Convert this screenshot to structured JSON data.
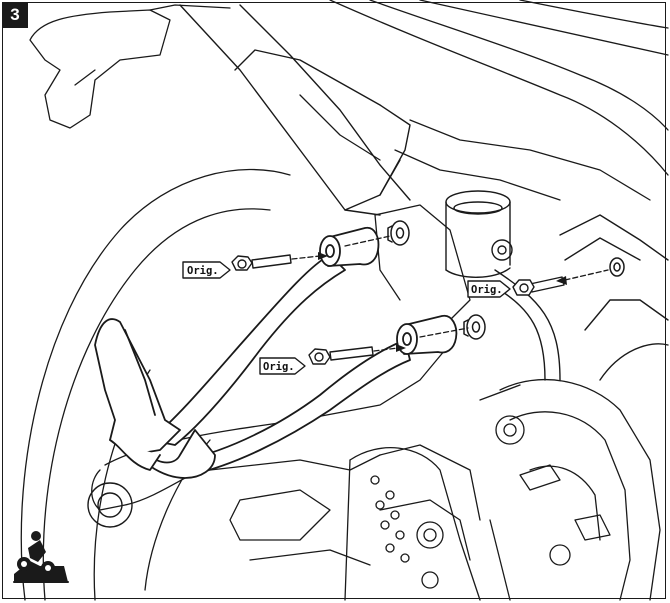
{
  "step": {
    "number": "3"
  },
  "callouts": [
    {
      "id": "orig-upper-bolt",
      "label": "Orig."
    },
    {
      "id": "orig-right-bolt",
      "label": "Orig."
    },
    {
      "id": "orig-lower-bolt",
      "label": "Orig."
    }
  ],
  "icons": {
    "corner": "motorcycle-rider-side-icon"
  },
  "colors": {
    "line": "#1a1a1a",
    "background": "#ffffff"
  }
}
